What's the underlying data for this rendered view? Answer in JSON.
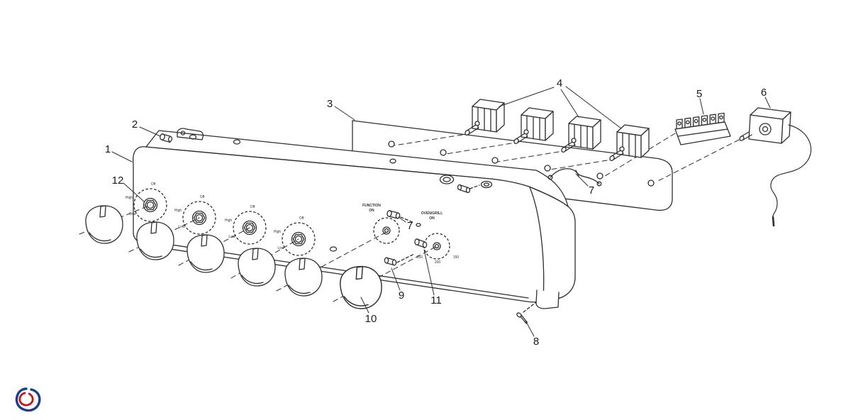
{
  "diagram": {
    "part_labels": {
      "p1": "1",
      "p2": "2",
      "p3": "3",
      "p4": "4",
      "p5": "5",
      "p6": "6",
      "p7a": "7",
      "p7b": "7",
      "p8": "8",
      "p9": "9",
      "p10": "10",
      "p11": "11",
      "p12": "12"
    },
    "panel_text": {
      "function": "FUNCTION",
      "oven_grill": "OVEN/GRILL",
      "on": "ON",
      "off": "Off",
      "high": "High",
      "low": "Low",
      "temp_250": "250",
      "temp_200": "200",
      "temp_150": "150"
    },
    "colors": {
      "line": "#2f2f2f",
      "logo_blue": "#1d3d8e",
      "logo_red": "#c4161c"
    }
  }
}
